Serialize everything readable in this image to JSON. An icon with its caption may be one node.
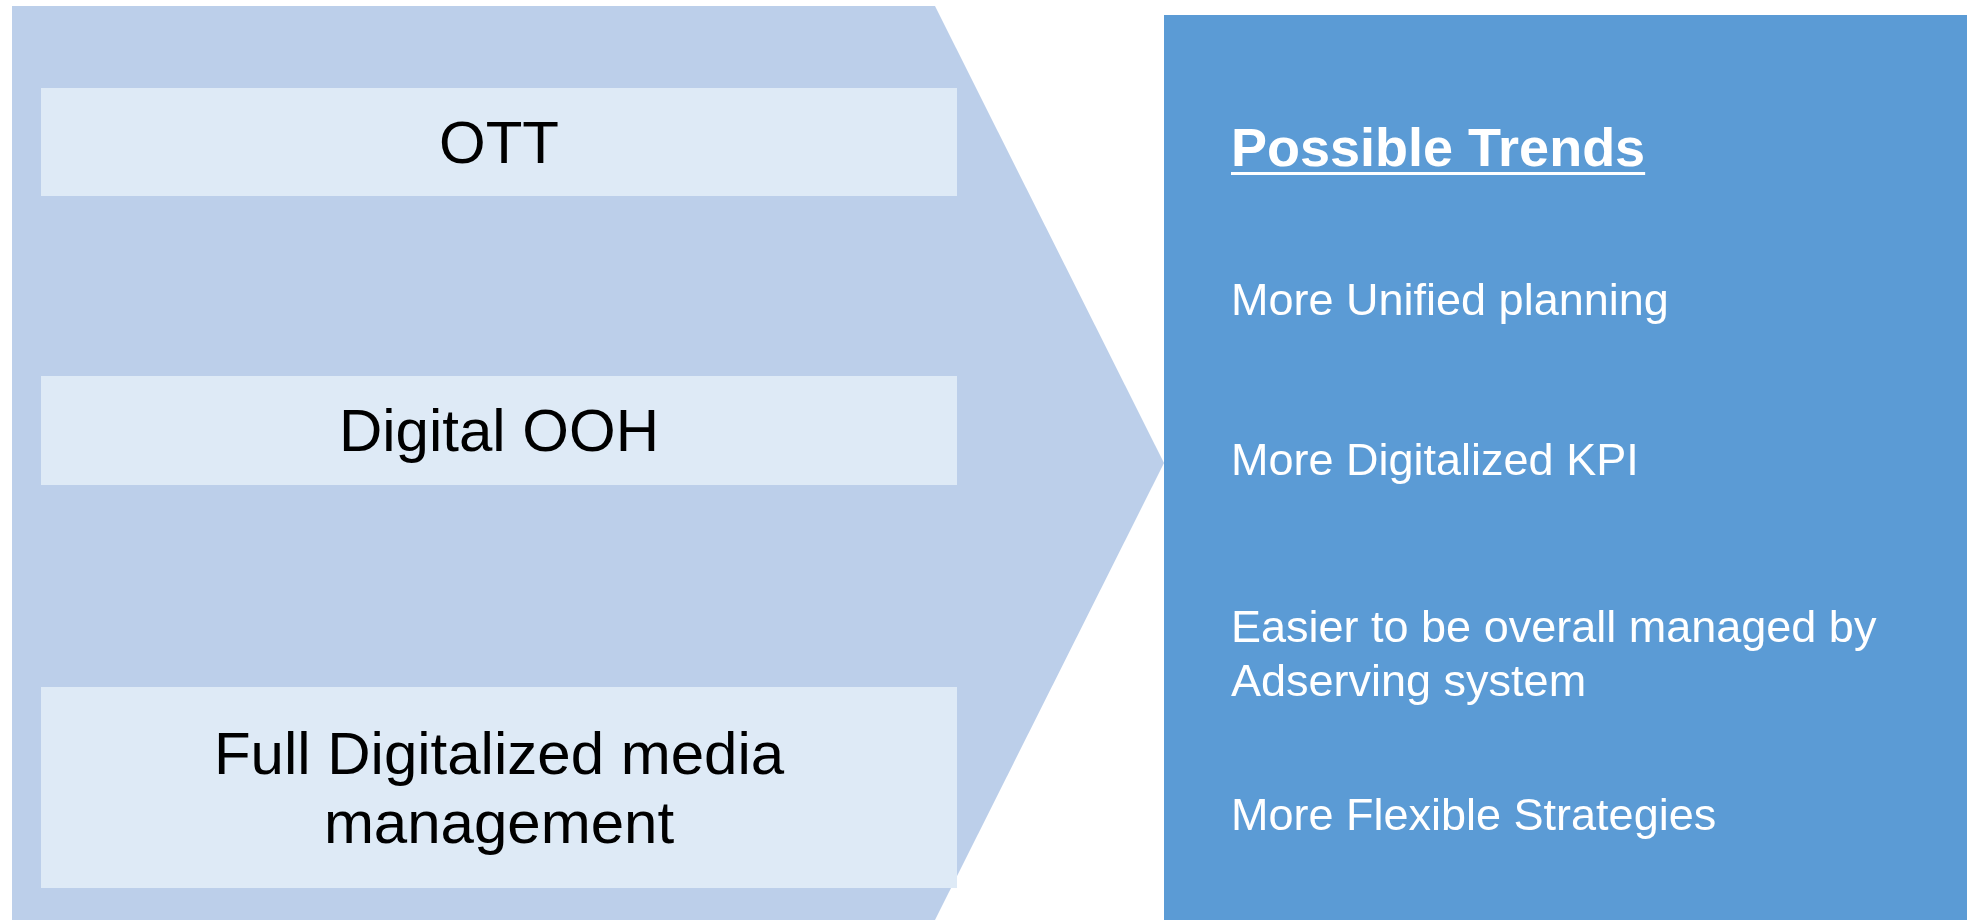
{
  "diagram": {
    "nodes": [
      {
        "text": [],
        "shape": "chevron"
      },
      {
        "text": [
          "OTT"
        ],
        "in": 0
      },
      {
        "text": [
          "Digital OOH"
        ],
        "in": 0
      },
      {
        "text": [
          "Full Digitalized media management"
        ],
        "in": 0
      },
      {
        "text": [
          "Possible Trends",
          "More Unified planning",
          "More Digitalized KPI",
          "Easier to be overall managed by Adserving system",
          "More Flexible Strategies"
        ]
      }
    ],
    "edges": []
  }
}
